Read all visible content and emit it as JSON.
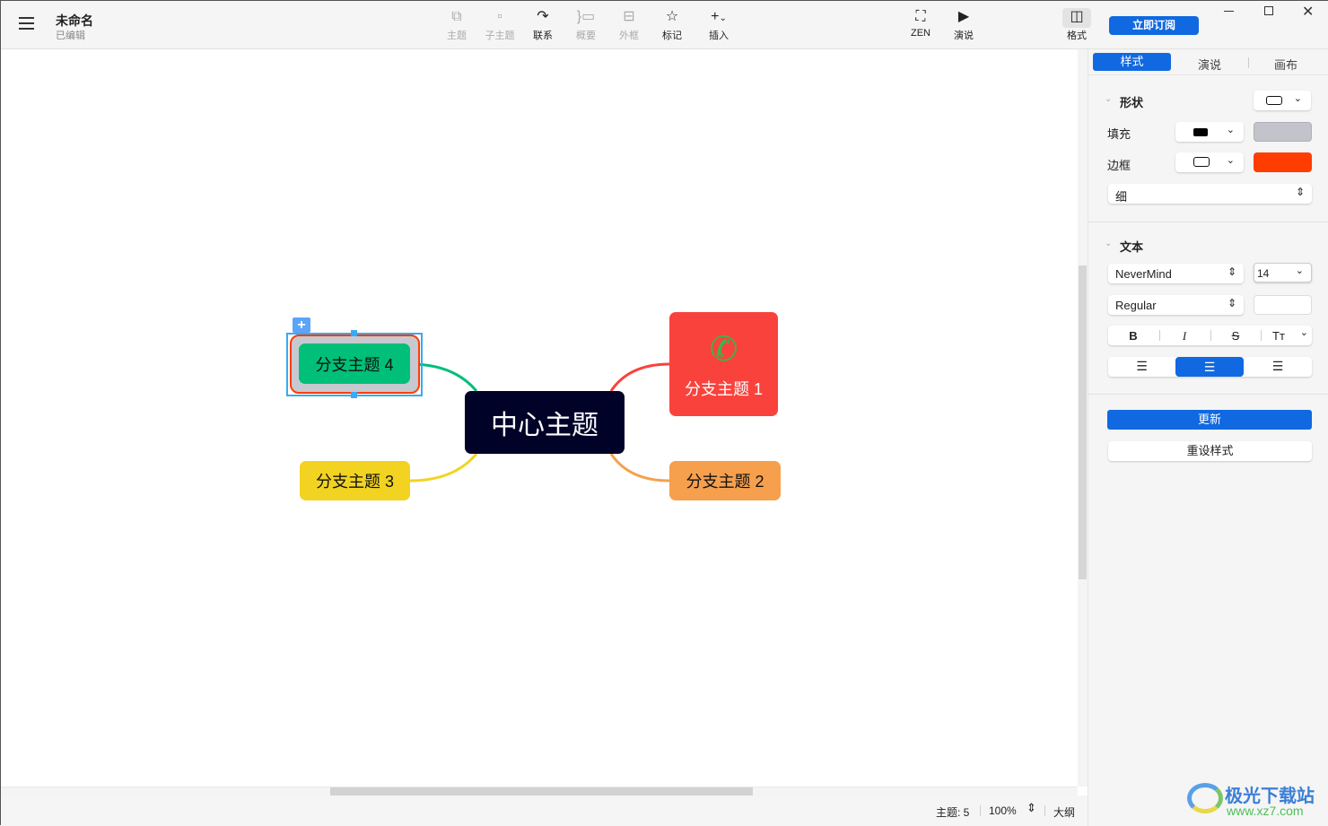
{
  "header": {
    "title": "未命名",
    "subtitle": "已编辑",
    "subscribe": "立即订阅"
  },
  "toolbar": [
    {
      "id": "topic",
      "label": "主题",
      "icon": "topic-icon",
      "disabled": true
    },
    {
      "id": "subtopic",
      "label": "子主题",
      "icon": "subtopic-icon",
      "disabled": true
    },
    {
      "id": "relation",
      "label": "联系",
      "icon": "relation-arrow-icon",
      "disabled": false
    },
    {
      "id": "summary",
      "label": "概要",
      "icon": "summary-brace-icon",
      "disabled": true
    },
    {
      "id": "boundary",
      "label": "外框",
      "icon": "boundary-icon",
      "disabled": true
    },
    {
      "id": "marker",
      "label": "标记",
      "icon": "star-icon",
      "disabled": false
    },
    {
      "id": "insert",
      "label": "插入",
      "icon": "plus-icon",
      "disabled": false
    }
  ],
  "right_toolbar": {
    "zen": "ZEN",
    "present": "演说",
    "format": "格式"
  },
  "panel": {
    "tabs": [
      "样式",
      "演说",
      "画布"
    ],
    "shape": {
      "title": "形状",
      "fill_label": "填充",
      "border_label": "边框",
      "fill_color": "#c3c3cb",
      "border_color": "#ff3d00",
      "thickness": "细"
    },
    "text": {
      "title": "文本",
      "font": "NeverMind",
      "size": "14",
      "weight": "Regular",
      "bold": "B",
      "italic": "I",
      "strike": "S",
      "case": "Tт"
    },
    "update": "更新",
    "reset": "重设样式"
  },
  "mindmap": {
    "central": "中心主题",
    "branches": [
      {
        "label": "分支主题 1",
        "color": "#fa423c"
      },
      {
        "label": "分支主题 2",
        "color": "#f6a04d"
      },
      {
        "label": "分支主题 3",
        "color": "#f2d321"
      },
      {
        "label": "分支主题 4",
        "color": "#00bf79"
      }
    ]
  },
  "status": {
    "topics": "主题: 5",
    "zoom": "100%",
    "outline": "大纲"
  },
  "watermark": {
    "name": "极光下载站",
    "url": "www.xz7.com"
  }
}
